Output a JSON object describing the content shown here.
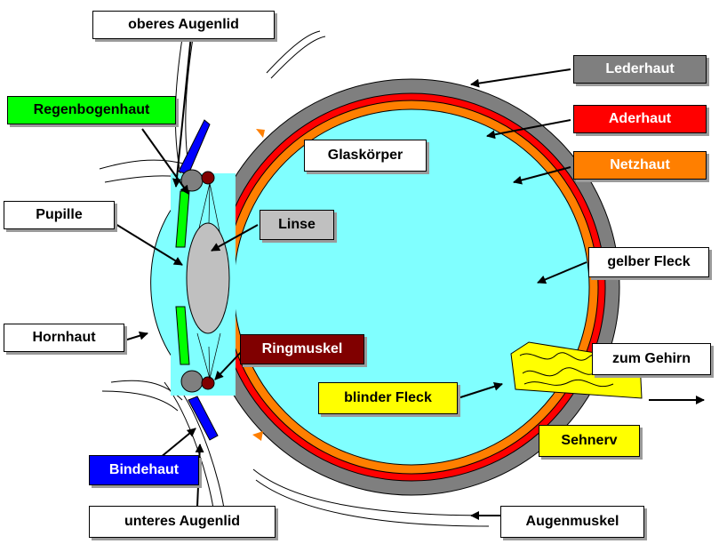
{
  "labels": {
    "oberes_augenlid": "oberes Augenlid",
    "regenbogenhaut": "Regenbogenhaut",
    "pupille": "Pupille",
    "hornhaut": "Hornhaut",
    "bindehaut": "Bindehaut",
    "unteres_augenlid": "unteres Augenlid",
    "glaskoerper": "Glaskörper",
    "linse": "Linse",
    "ringmuskel": "Ringmuskel",
    "blinder_fleck": "blinder Fleck",
    "lederhaut": "Lederhaut",
    "aderhaut": "Aderhaut",
    "netzhaut": "Netzhaut",
    "gelber_fleck": "gelber Fleck",
    "zum_gehirn": "zum Gehirn",
    "sehnerv": "Sehnerv",
    "augenmuskel": "Augenmuskel"
  },
  "colors": {
    "lederhaut": "#7f7f7f",
    "aderhaut": "#ff0000",
    "netzhaut": "#ff7f00",
    "glaskoerper": "#80ffff",
    "linse": "#c0c0c0",
    "ringmuskel": "#800000",
    "regenbogenhaut": "#00ff00",
    "bindehaut": "#0000ff",
    "gelb": "#ffff00",
    "white": "#ffffff"
  }
}
